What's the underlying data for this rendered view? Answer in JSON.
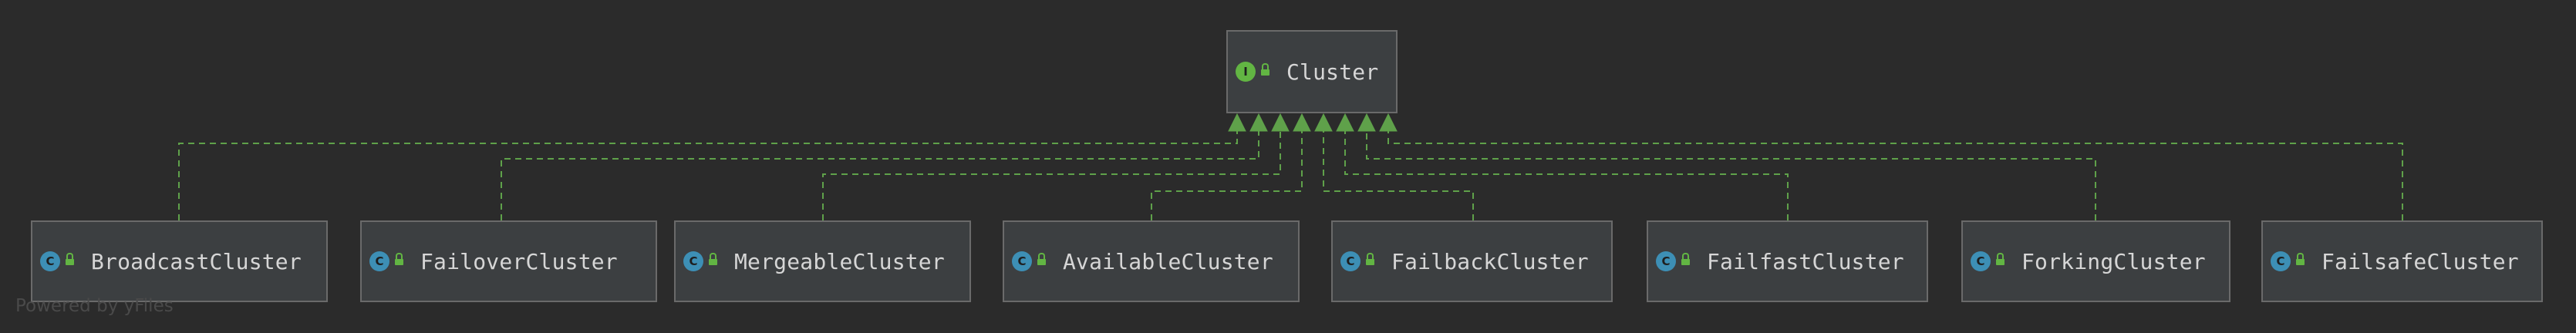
{
  "diagram": {
    "root": {
      "name": "Cluster",
      "kind": "I"
    },
    "children": [
      {
        "name": "BroadcastCluster",
        "kind": "C"
      },
      {
        "name": "FailoverCluster",
        "kind": "C"
      },
      {
        "name": "MergeableCluster",
        "kind": "C"
      },
      {
        "name": "AvailableCluster",
        "kind": "C"
      },
      {
        "name": "FailbackCluster",
        "kind": "C"
      },
      {
        "name": "FailfastCluster",
        "kind": "C"
      },
      {
        "name": "ForkingCluster",
        "kind": "C"
      },
      {
        "name": "FailsafeCluster",
        "kind": "C"
      }
    ],
    "relation": "implements"
  },
  "colors": {
    "background": "#2b2b2b",
    "node_fill": "#3c3f41",
    "node_border": "#6a6a6a",
    "edge": "#5fa14a",
    "interface_badge": "#62b543",
    "class_badge": "#3d8fb5"
  },
  "icons": {
    "interface": "interface-icon",
    "class": "class-icon",
    "visibility": "public-lock-icon"
  },
  "watermark": "Powered by yFiles"
}
